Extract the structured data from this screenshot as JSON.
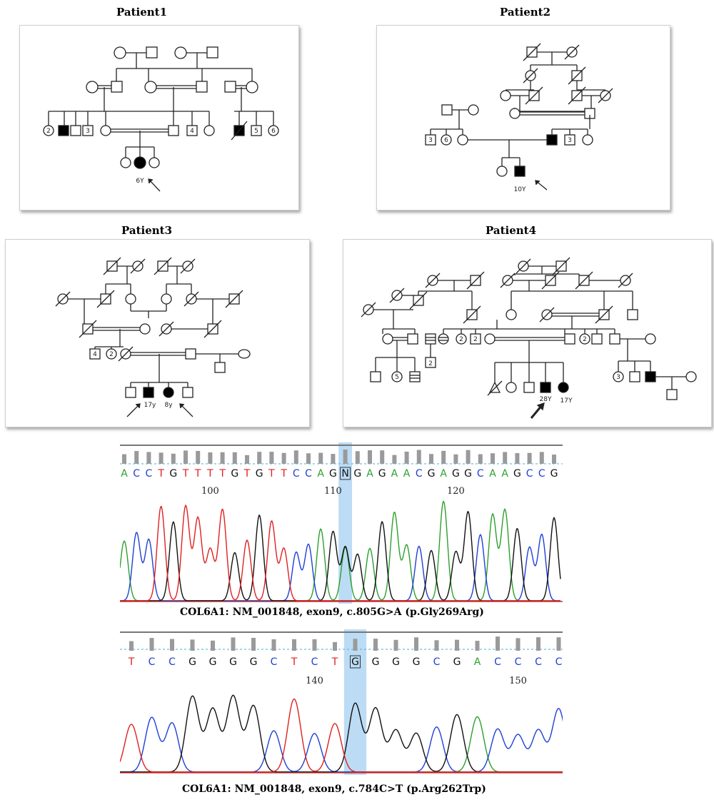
{
  "panels": [
    {
      "title": "Patient1",
      "age_labels": [
        "6Y"
      ]
    },
    {
      "title": "Patient2",
      "age_labels": [
        "10Y"
      ]
    },
    {
      "title": "Patient3",
      "age_labels": [
        "17y",
        "8y"
      ]
    },
    {
      "title": "Patient4",
      "age_labels": [
        "28Y",
        "17Y"
      ]
    }
  ],
  "sequences": [
    {
      "bases": "ACCTGTTTTGTGTTCCAGNGAGAACGAGGCAAGCCG",
      "highlight_index": 18,
      "position_labels": [
        "100",
        "110",
        "120"
      ],
      "caption": "COL6A1: NM_001848, exon9, c.805G>A (p.Gly269Arg)"
    },
    {
      "bases": "TCCGGGGCTCTGGGGCGACCCC",
      "highlight_index": 11,
      "position_labels": [
        "140",
        "150"
      ],
      "caption": "COL6A1: NM_001848, exon9, c.784C>T (p.Arg262Trp)"
    }
  ],
  "colors": {
    "A": "#2ca02c",
    "C": "#1f3fd6",
    "G": "#111111",
    "T": "#e02020",
    "highlight": "#bcdcf5"
  }
}
